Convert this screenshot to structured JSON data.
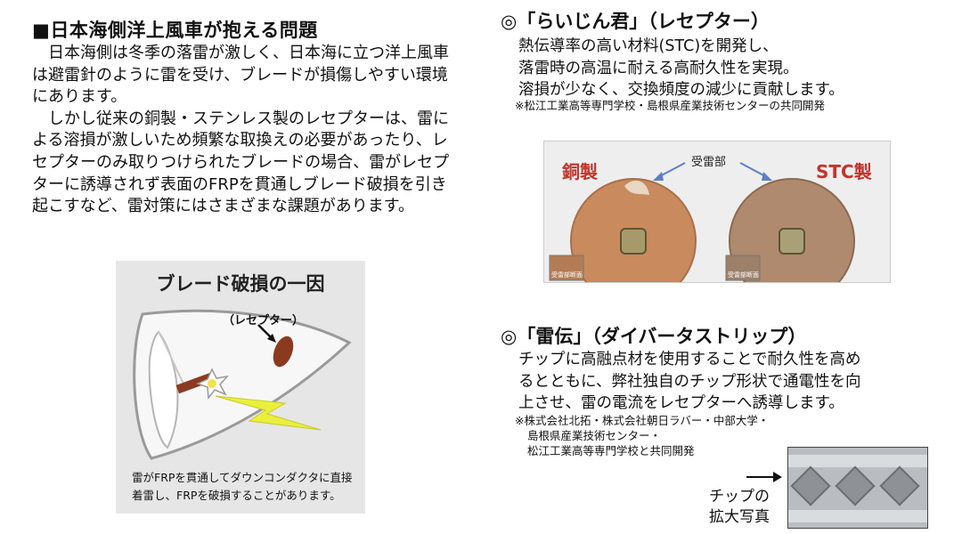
{
  "left": {
    "title": "■日本海側洋上風車が抱える問題",
    "para1": "日本海側は冬季の落雷が激しく、日本海に立つ洋上風車は避雷針のように雷を受け、ブレードが損傷しやすい環境にあります。",
    "para2": "しかし従来の銅製・ステンレス製のレセプターは、雷による溶損が激しいため頻繁な取換えの必要があったり、レセプターのみ取りつけられたブレードの場合、雷がレセプターに誘導されず表面のFRPを貫通しブレード破損を引き起こすなど、雷対策にはさまざまな課題があります。"
  },
  "figure": {
    "title": "ブレード破損の一因",
    "receptor_label": "（レセプター）",
    "caption": "雷がFRPを貫通してダウンコンダクタに直接着雷し、FRPを破損することがあります。"
  },
  "raijinkun": {
    "heading": "◎「らいじん君」（レセプター）",
    "lines": [
      "熱伝導率の高い材料(STC)を開発し、",
      "落雷時の高温に耐える高耐久性を実現。",
      "溶損が少なく、交換頻度の減少に貢献します。"
    ],
    "note": "※松江工業高等専門学校・島根県産業技術センターの共同開発",
    "photo": {
      "label_left": "銅製",
      "label_mid": "受雷部",
      "label_right": "STC製",
      "inset_left": "受雷部断面",
      "inset_right": "受雷部断面"
    }
  },
  "raiden": {
    "heading": "◎「雷伝」（ダイバータストリップ）",
    "lines": [
      "チップに高融点材を使用することで耐久性を高め",
      "るとともに、弊社独自のチップ形状で通電性を向",
      "上させ、雷の電流をレセプターへ誘導します。"
    ],
    "notes": [
      "※株式会社北拓・株式会社朝日ラバー・中部大学・",
      "島根県産業技術センター・",
      "松江工業高等専門学校と共同開発"
    ],
    "chip_caption_1": "チップの",
    "chip_caption_2": "拡大写真"
  },
  "colors": {
    "receptor_brown": "#8b3a1f",
    "label_red": "#c0362c",
    "lightning_yellow": "#e9f03c"
  }
}
